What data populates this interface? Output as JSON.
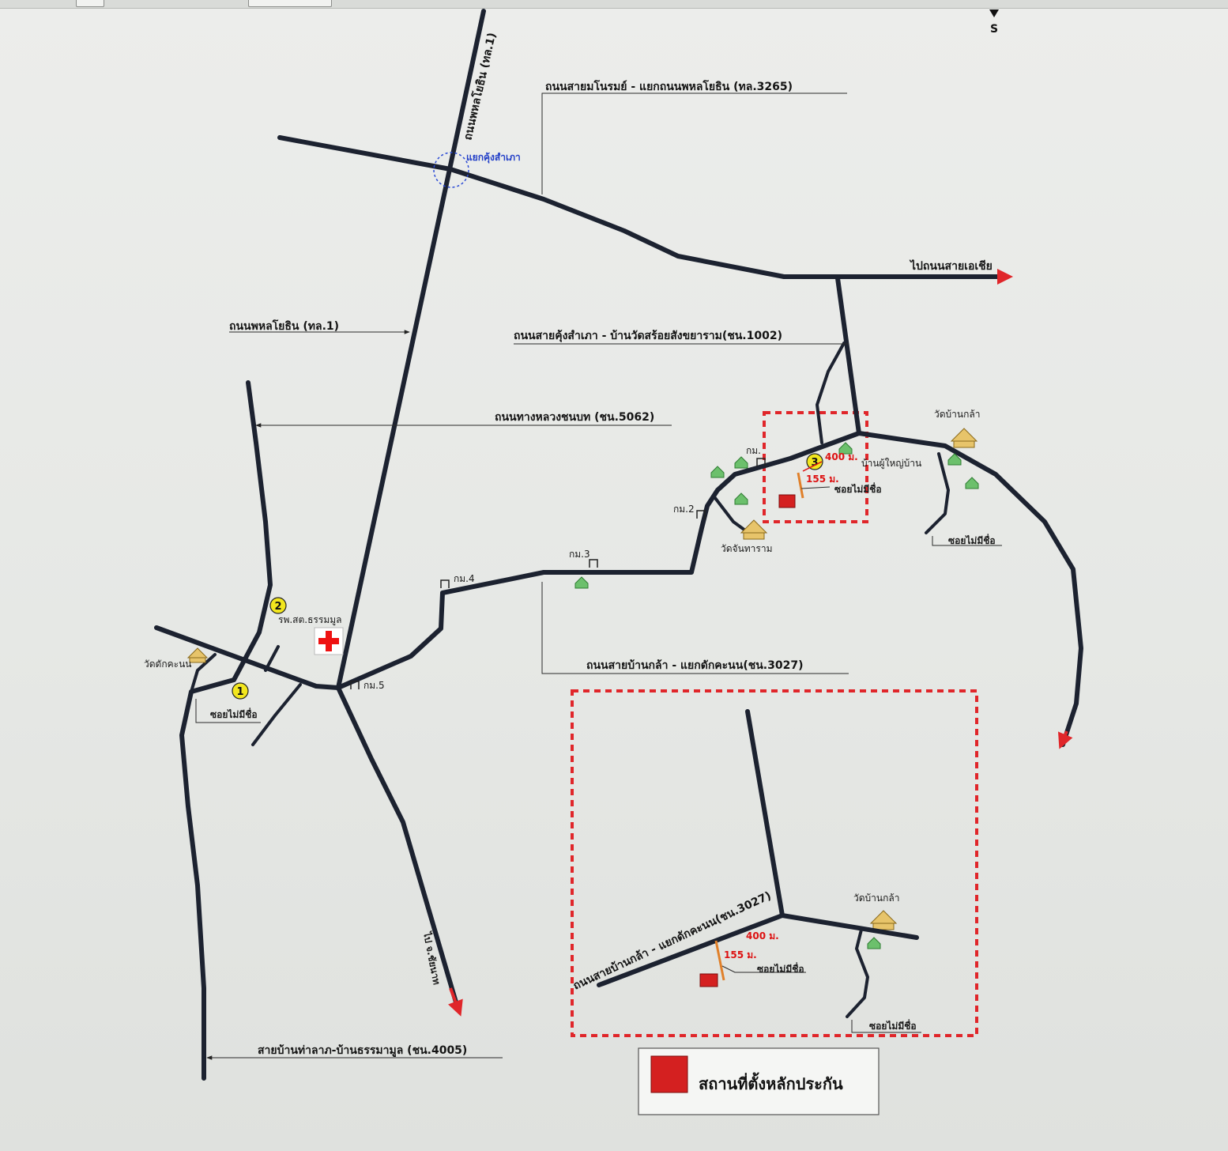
{
  "compass": {
    "label": "S"
  },
  "roads": {
    "phahonyothin": "ถนนพหลโยธิน (ทล.1)",
    "phahonyothin_vertical": "ถนนพหลโยธิน (ทล.1)",
    "sayam_road": "ถนนสายมโนรมย์ - แยกถนนพหลโยธิน (ทล.3265)",
    "to_asia": "ไปถนนสายเอเชีย",
    "khung_samphao": "ถนนสายคุ้งสำเภา - บ้านวัดสร้อยสังขยาราม(ชน.1002)",
    "thang_luang": "ถนนทางหลวงชนบท (ชน.5062)",
    "ban_klam": "ถนนสายบ้านกล้า - แยกดักคะนน(ชน.3027)",
    "tha_lat": "สายบ้านท่าลาภ-บ้านธรรมามูล (ชน.4005)",
    "to_chainat": "ไป จ.ชัยนาท",
    "inset_road": "ถนนสายบ้านกล้า - แยกดักคะนน(ชน.3027)"
  },
  "junction": {
    "label": "แยกคุ้งสำเภา"
  },
  "places": {
    "wat_ban_klam": "วัดบ้านกล้า",
    "ban_phu_yai": "บ้านผู้ใหญ่บ้าน",
    "wat_chan": "วัดจันทาราม",
    "wat_dak": "วัดดักคะนน",
    "hospital": "รพ.สต.ธรรมมูล",
    "soi_1": "ซอยไม่มีชื่อ",
    "soi_2": "ซอยไม่มีชื่อ",
    "soi_3": "ซอยไม่มีชื่อ",
    "soi_inset_1": "ซอยไม่มีชื่อ",
    "soi_inset_2": "ซอยไม่มีชื่อ",
    "inset_wat": "วัดบ้านกล้า"
  },
  "km_markers": {
    "km1": "กม.",
    "km2": "กม.2",
    "km3": "กม.3",
    "km4": "กม.4",
    "km5": "กม.5"
  },
  "points": {
    "p1": "1",
    "p2": "2",
    "p3": "3"
  },
  "distances": {
    "d400": "400 ม.",
    "d155": "155 ม.",
    "inset_d400": "400 ม.",
    "inset_d155": "155 ม."
  },
  "legend": {
    "label": "สถานที่ตั้งหลักประกัน",
    "swatch_color": "#d42020"
  },
  "colors": {
    "road": "#1c2230",
    "boundary": "#e0262a",
    "arrow": "#e0262a",
    "marker": "#f2e61e"
  }
}
